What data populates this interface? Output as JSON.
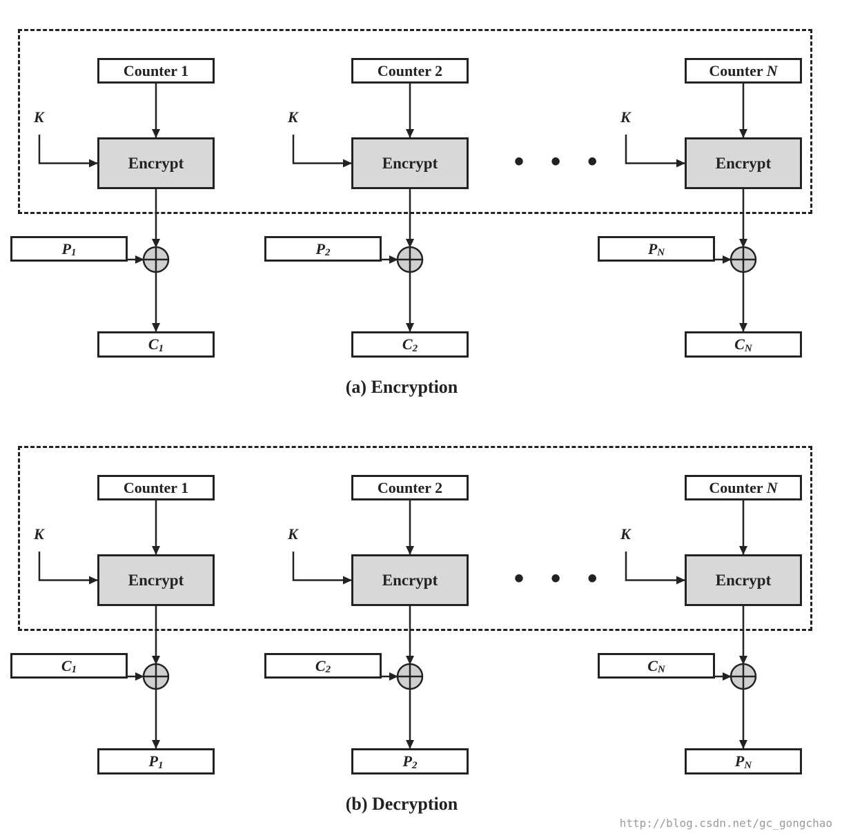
{
  "panels": [
    {
      "id": "encryption",
      "caption": "(a) Encryption",
      "key_label": "K",
      "encrypt_label": "Encrypt",
      "columns": [
        {
          "counter": "Counter 1",
          "input": {
            "letter": "P",
            "sub": "1"
          },
          "output": {
            "letter": "C",
            "sub": "1"
          }
        },
        {
          "counter": "Counter 2",
          "input": {
            "letter": "P",
            "sub": "2"
          },
          "output": {
            "letter": "C",
            "sub": "2"
          }
        },
        {
          "counter": "Counter N",
          "input": {
            "letter": "P",
            "sub": "N"
          },
          "output": {
            "letter": "C",
            "sub": "N"
          }
        }
      ]
    },
    {
      "id": "decryption",
      "caption": "(b) Decryption",
      "key_label": "K",
      "encrypt_label": "Encrypt",
      "columns": [
        {
          "counter": "Counter 1",
          "input": {
            "letter": "C",
            "sub": "1"
          },
          "output": {
            "letter": "P",
            "sub": "1"
          }
        },
        {
          "counter": "Counter 2",
          "input": {
            "letter": "C",
            "sub": "2"
          },
          "output": {
            "letter": "P",
            "sub": "2"
          }
        },
        {
          "counter": "Counter N",
          "input": {
            "letter": "C",
            "sub": "N"
          },
          "output": {
            "letter": "P",
            "sub": "N"
          }
        }
      ]
    }
  ],
  "ellipsis": "• • •",
  "watermark": "http://blog.csdn.net/gc_gongchao",
  "colors": {
    "encrypt_fill": "#d8d8d8",
    "xor_fill": "#cfcfcf",
    "stroke": "#222222"
  }
}
